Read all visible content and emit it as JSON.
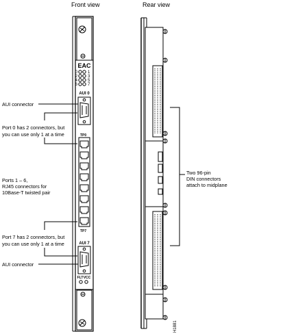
{
  "titles": {
    "front": "Front view",
    "rear": "Rear view"
  },
  "card": {
    "name": "EAC",
    "led_left": [
      "0",
      "2",
      "4",
      "6"
    ],
    "led_right": [
      "1",
      "3",
      "5",
      "7"
    ],
    "aui_top": "AUI 0",
    "tp_top": "TP0",
    "tp_bottom": "TP7",
    "aui_bottom": "AUI 7",
    "flt": "FLT",
    "vcc": "VCC"
  },
  "callouts": {
    "aui_top": "AUI connector",
    "port0_line1": "Port 0 has 2 connectors, but",
    "port0_line2": "you can use only 1 at a time",
    "ports_line1": "Ports 1 – 6,",
    "ports_line2": "RJ45 connectors for",
    "ports_line3": "10Base-T twisted pair",
    "port7_line1": "Port 7 has 2 connectors, but",
    "port7_line2": "you can use only 1 at a time",
    "aui_bottom": "AUI connector",
    "din_line1": "Two 96-pin",
    "din_line2": "DIN connectors",
    "din_line3": "attach to midplane"
  },
  "figure_id": "H1881"
}
